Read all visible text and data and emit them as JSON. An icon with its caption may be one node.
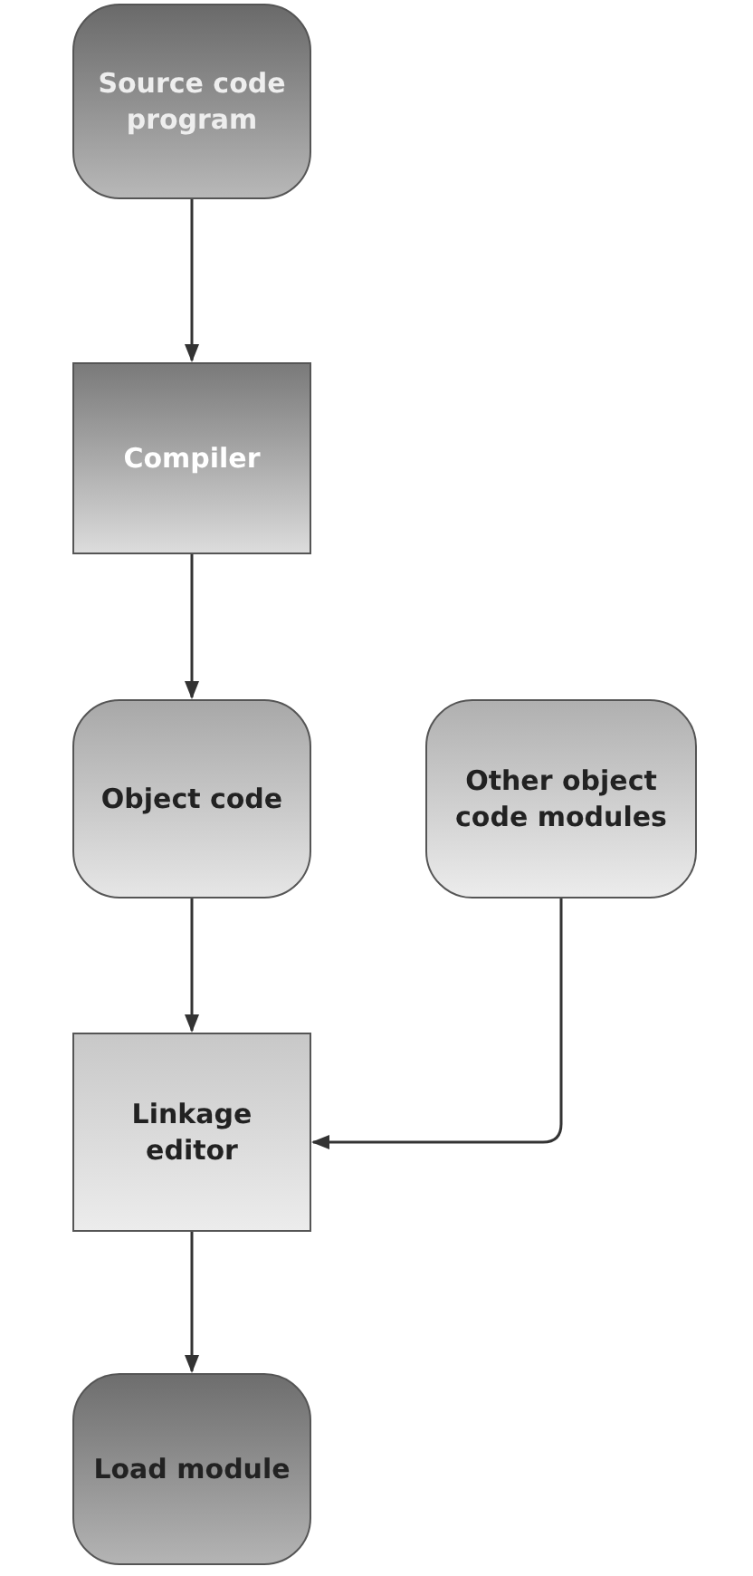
{
  "diagram": {
    "nodes": [
      {
        "text": [
          "Source code program"
        ]
      },
      {
        "text": [
          "Compiler"
        ]
      },
      {
        "text": [
          "Object code"
        ]
      },
      {
        "text": [
          "Other object code modules"
        ]
      },
      {
        "text": [
          "Linkage editor"
        ]
      },
      {
        "text": [
          "Load module"
        ]
      }
    ],
    "edges": [
      {
        "from": 0,
        "to": 1,
        "arrow": "to"
      },
      {
        "from": 1,
        "to": 2,
        "arrow": "to"
      },
      {
        "from": 2,
        "to": 4,
        "arrow": "to"
      },
      {
        "from": 3,
        "to": 4,
        "arrow": "to"
      },
      {
        "from": 4,
        "to": 5,
        "arrow": "to"
      }
    ]
  }
}
